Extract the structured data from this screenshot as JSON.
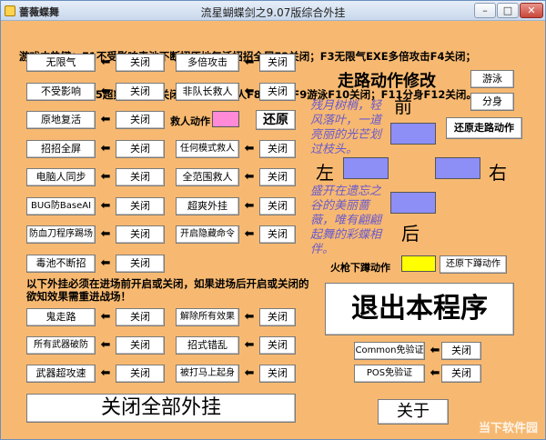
{
  "window": {
    "app_name": "蔷薇蝶舞",
    "title": "流星蝴蝶剑之9.07版综合外挂",
    "min": "–",
    "max": "□",
    "close": "✕"
  },
  "hotkeys": {
    "line1": "游戏中热键：F1不受影响毒池不断招原地复活招招全屏F2关闭；F3无限气EXE多倍攻击F4关闭；",
    "line2": "F5超爽外挂F6关闭；F7全屏救人F8关闭；F9游泳F10关闭；F11分身F12关闭。"
  },
  "arrow": "⬅",
  "left_features": [
    "无限气",
    "不受影响",
    "原地复活",
    "招招全屏",
    "电脑人同步",
    "BUG防BaseAI",
    "防血刀程序踢场",
    "毒池不断招"
  ],
  "mid_features": [
    "多倍攻击",
    "非队长救人",
    "任何模式救人",
    "全范围救人",
    "超爽外挂",
    "开启隐藏命令"
  ],
  "bottom_left": [
    "鬼走路",
    "所有武器破防",
    "武器超攻速"
  ],
  "bottom_mid": [
    "解除所有效果",
    "招式错乱",
    "被打马上起身"
  ],
  "close_label": "关闭",
  "rescue": {
    "label": "救人动作",
    "restore": "还原"
  },
  "walk": {
    "title": "走路动作修改",
    "swim": "游泳",
    "clone": "分身",
    "restore_walk": "还原走路动作",
    "front": "前",
    "back": "后",
    "left": "左",
    "right": "右"
  },
  "poem1": "残月树梢，轻风落叶，一道亮丽的光芒划过枝头。",
  "poem2": "盛开在遗忘之谷的美丽蔷薇，唯有翩翩起舞的彩蝶相伴。",
  "crouch": {
    "label": "火枪下蹲动作",
    "restore": "还原下蹲动作"
  },
  "note": "以下外挂必须在进场前开启或关闭，如果进场后开启或关闭的欲知效果需重进战场！",
  "exit": "退出本程序",
  "verify": [
    {
      "label": "Common免验证",
      "close": "关闭"
    },
    {
      "label": "POS免验证",
      "close": "关闭"
    }
  ],
  "close_all": "关闭全部外挂",
  "about": "关于",
  "watermark": "当下软件园",
  "colors": {
    "bg": "#f7b971",
    "swatch_blue": "#8e8ef7",
    "swatch_pink": "#ff8ad8",
    "swatch_yellow": "#ffff00"
  }
}
